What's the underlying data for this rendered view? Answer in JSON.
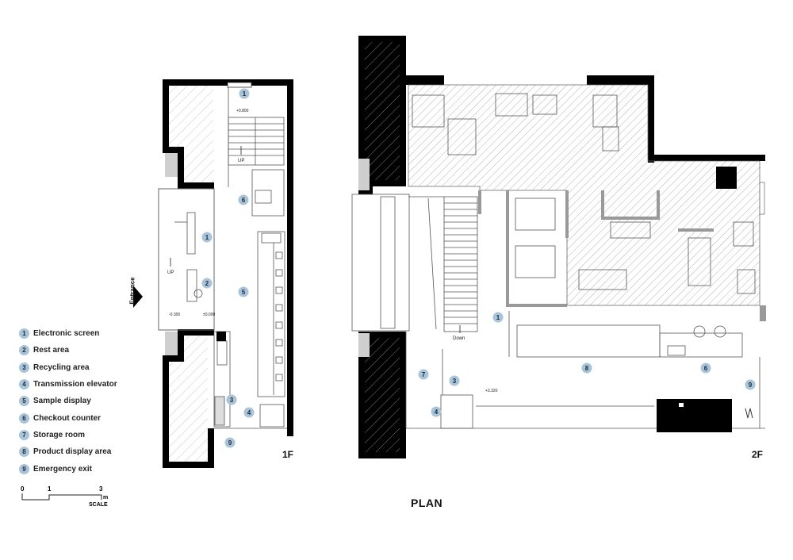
{
  "title": "PLAN",
  "floors": {
    "first": "1F",
    "second": "2F"
  },
  "entrance_label": "Entrance",
  "legend": [
    {
      "num": "1",
      "label": "Electronic screen"
    },
    {
      "num": "2",
      "label": "Rest area"
    },
    {
      "num": "3",
      "label": "Recycling area"
    },
    {
      "num": "4",
      "label": "Transmission elevator"
    },
    {
      "num": "5",
      "label": "Sample display"
    },
    {
      "num": "6",
      "label": "Checkout counter"
    },
    {
      "num": "7",
      "label": "Storage room"
    },
    {
      "num": "8",
      "label": "Product display area"
    },
    {
      "num": "9",
      "label": "Emergency exit"
    }
  ],
  "scale": {
    "ticks": [
      "0",
      "1",
      "3"
    ],
    "unit": "m",
    "label": "SCALE"
  },
  "annotations": {
    "f1_up_top": "UP",
    "f1_up_left": "UP",
    "f1_level_top": "+0.800",
    "f1_level_a": "-0.300",
    "f1_level_b": "±0.000",
    "f2_down": "Down",
    "f2_level": "+3.320"
  },
  "colors": {
    "wall": "#000000",
    "hatch": "#9a9a9a",
    "badge": "#a9c3d8",
    "line": "#555555"
  }
}
